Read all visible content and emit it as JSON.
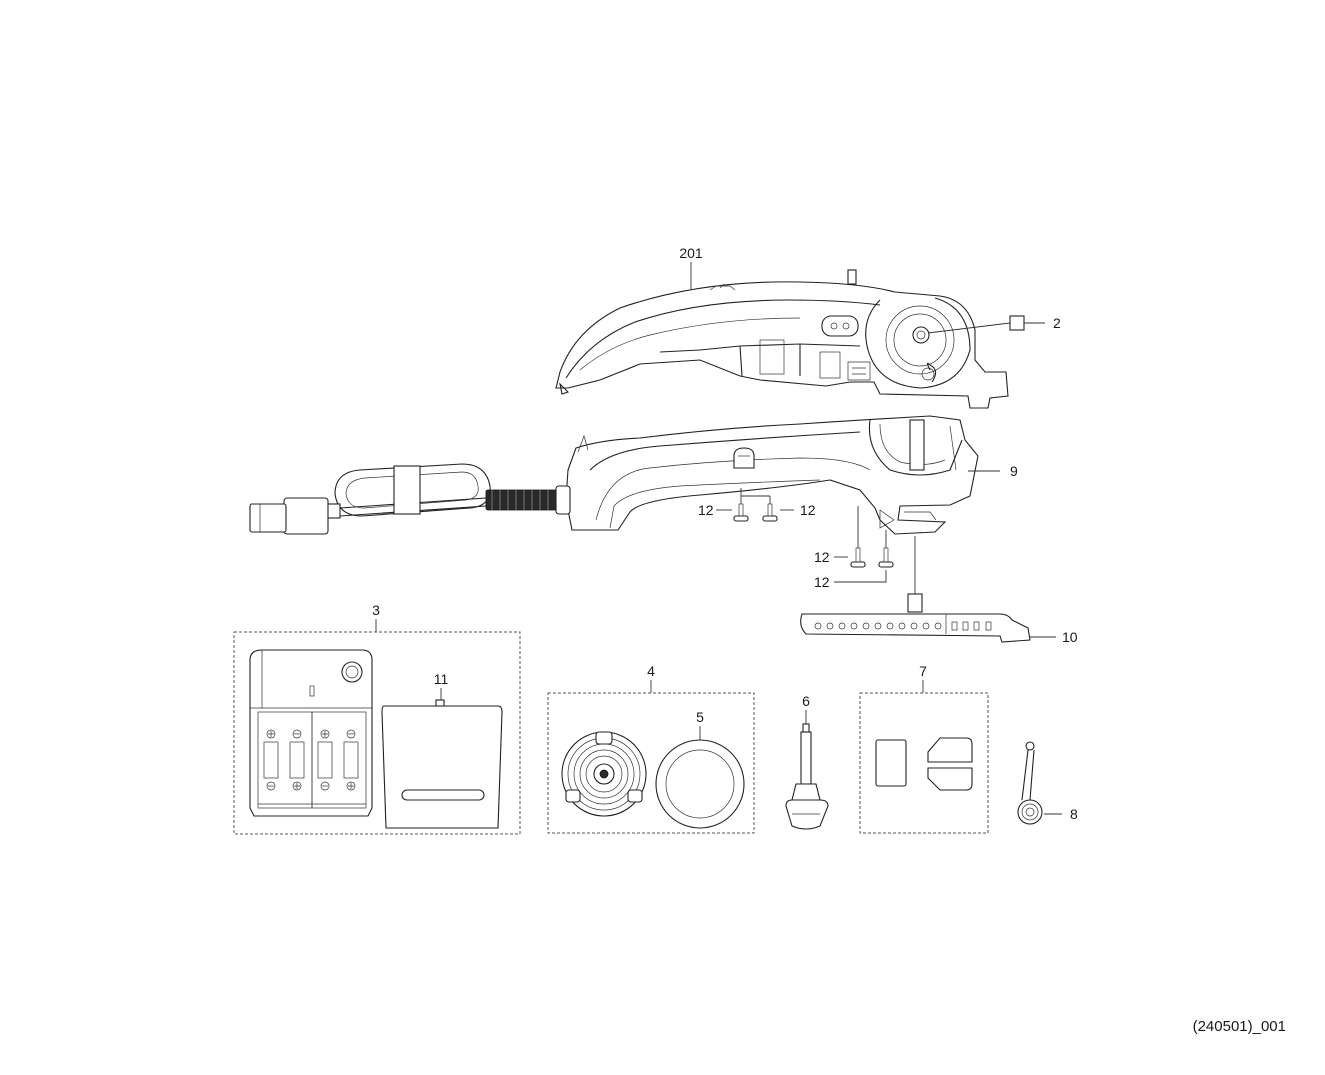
{
  "labels": {
    "l201": "201",
    "l2": "2",
    "l9": "9",
    "l12a": "12",
    "l12b": "12",
    "l12c": "12",
    "l12d": "12",
    "l10": "10",
    "l3": "3",
    "l11": "11",
    "l4": "4",
    "l5": "5",
    "l6": "6",
    "l7": "7",
    "l8": "8"
  },
  "drawing_code": "(240501)_001",
  "colors": {
    "line": "#222222",
    "fill": "#ffffff",
    "shade": "#d9d9d9"
  }
}
